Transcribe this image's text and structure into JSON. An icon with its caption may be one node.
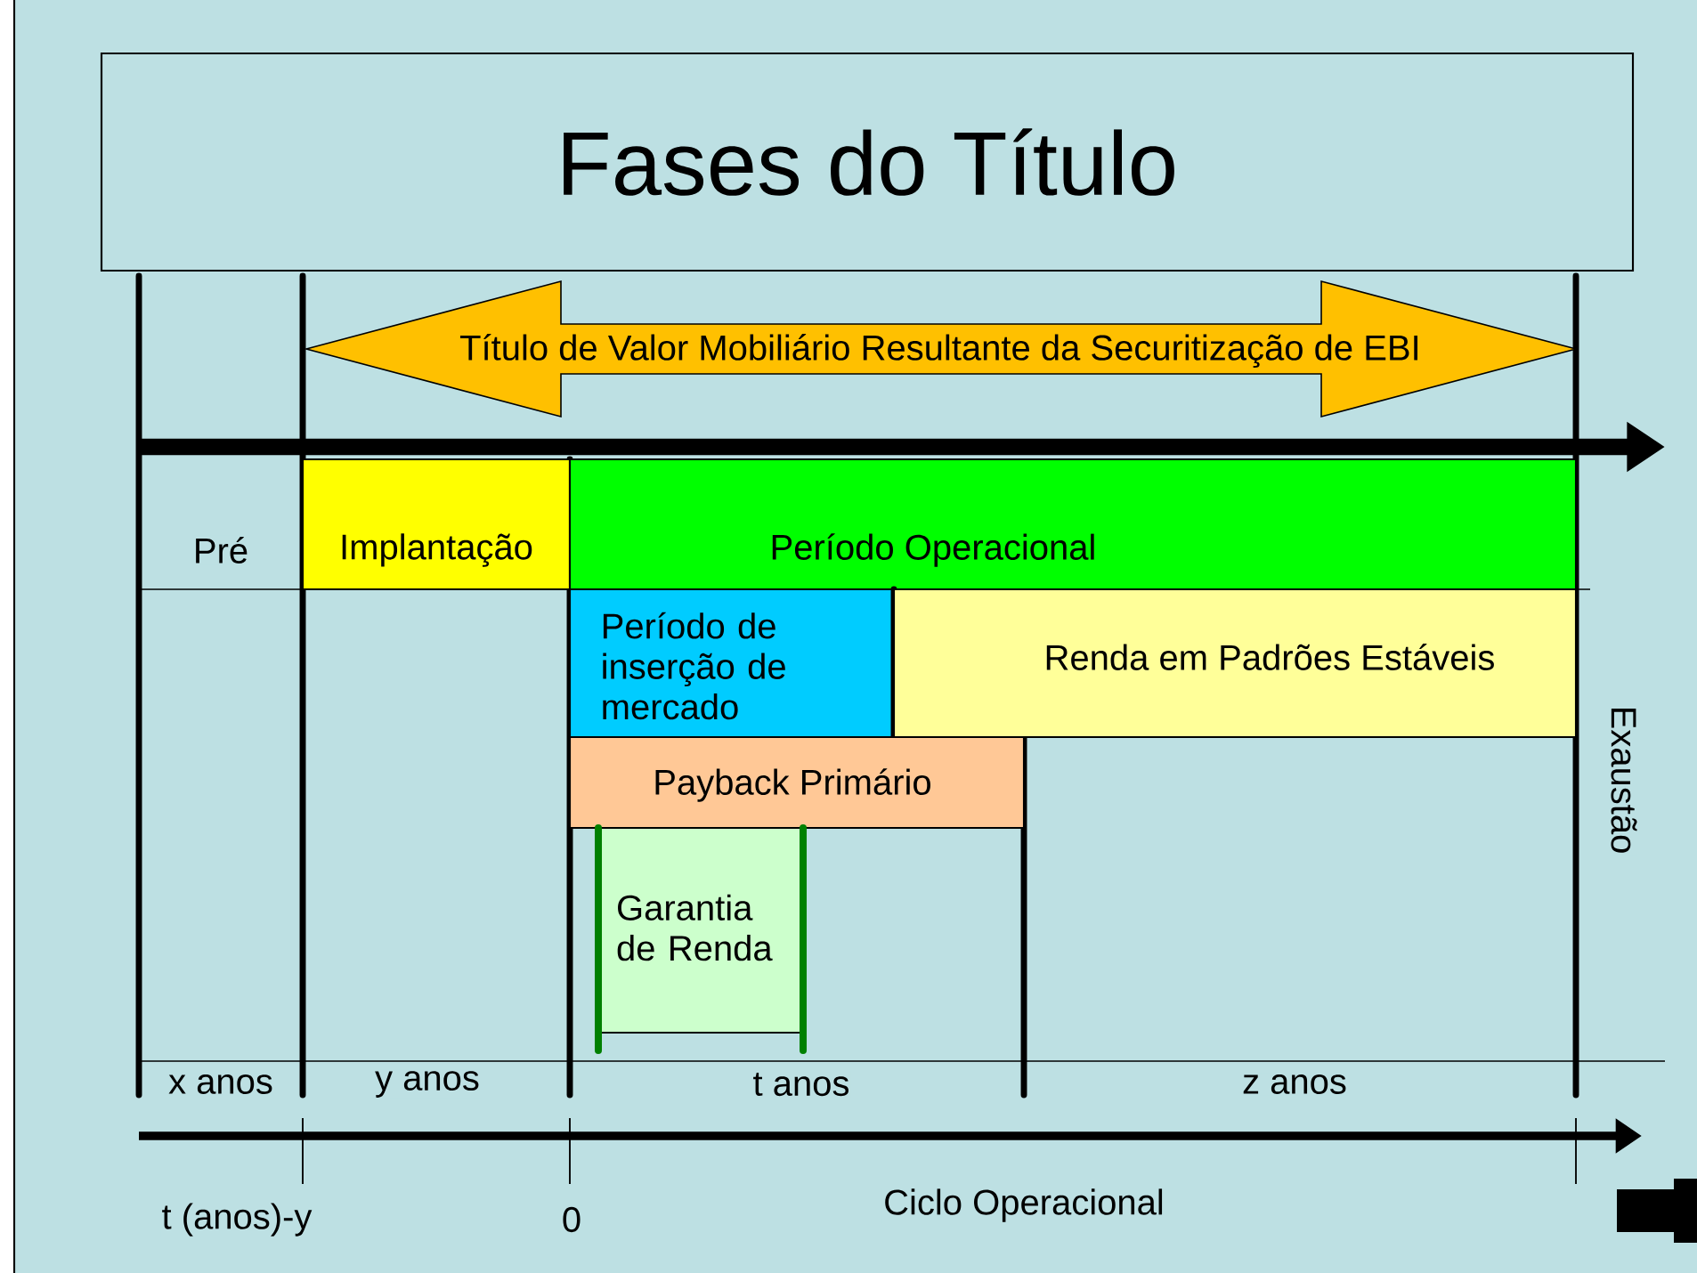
{
  "diagram": {
    "title": "Fases do Título",
    "nodes": [
      {
        "text": [
          "Título de Valor Mobiliário Resultante da Securitização de EBI"
        ]
      },
      {
        "text": [
          "Implantação"
        ]
      },
      {
        "text": [
          "Período Operacional"
        ]
      },
      {
        "text": [
          "Período de inserção de mercado"
        ]
      },
      {
        "text": [
          "Renda em Padrões Estáveis"
        ]
      },
      {
        "text": [
          "Payback Primário"
        ]
      },
      {
        "text": [
          "Garantia de Renda"
        ]
      }
    ],
    "labels": [
      "Pré",
      "Exaustão",
      "x anos",
      "y anos",
      "t anos",
      "z anos",
      "t (anos)-y",
      "0",
      "Ciclo Operacional"
    ]
  }
}
